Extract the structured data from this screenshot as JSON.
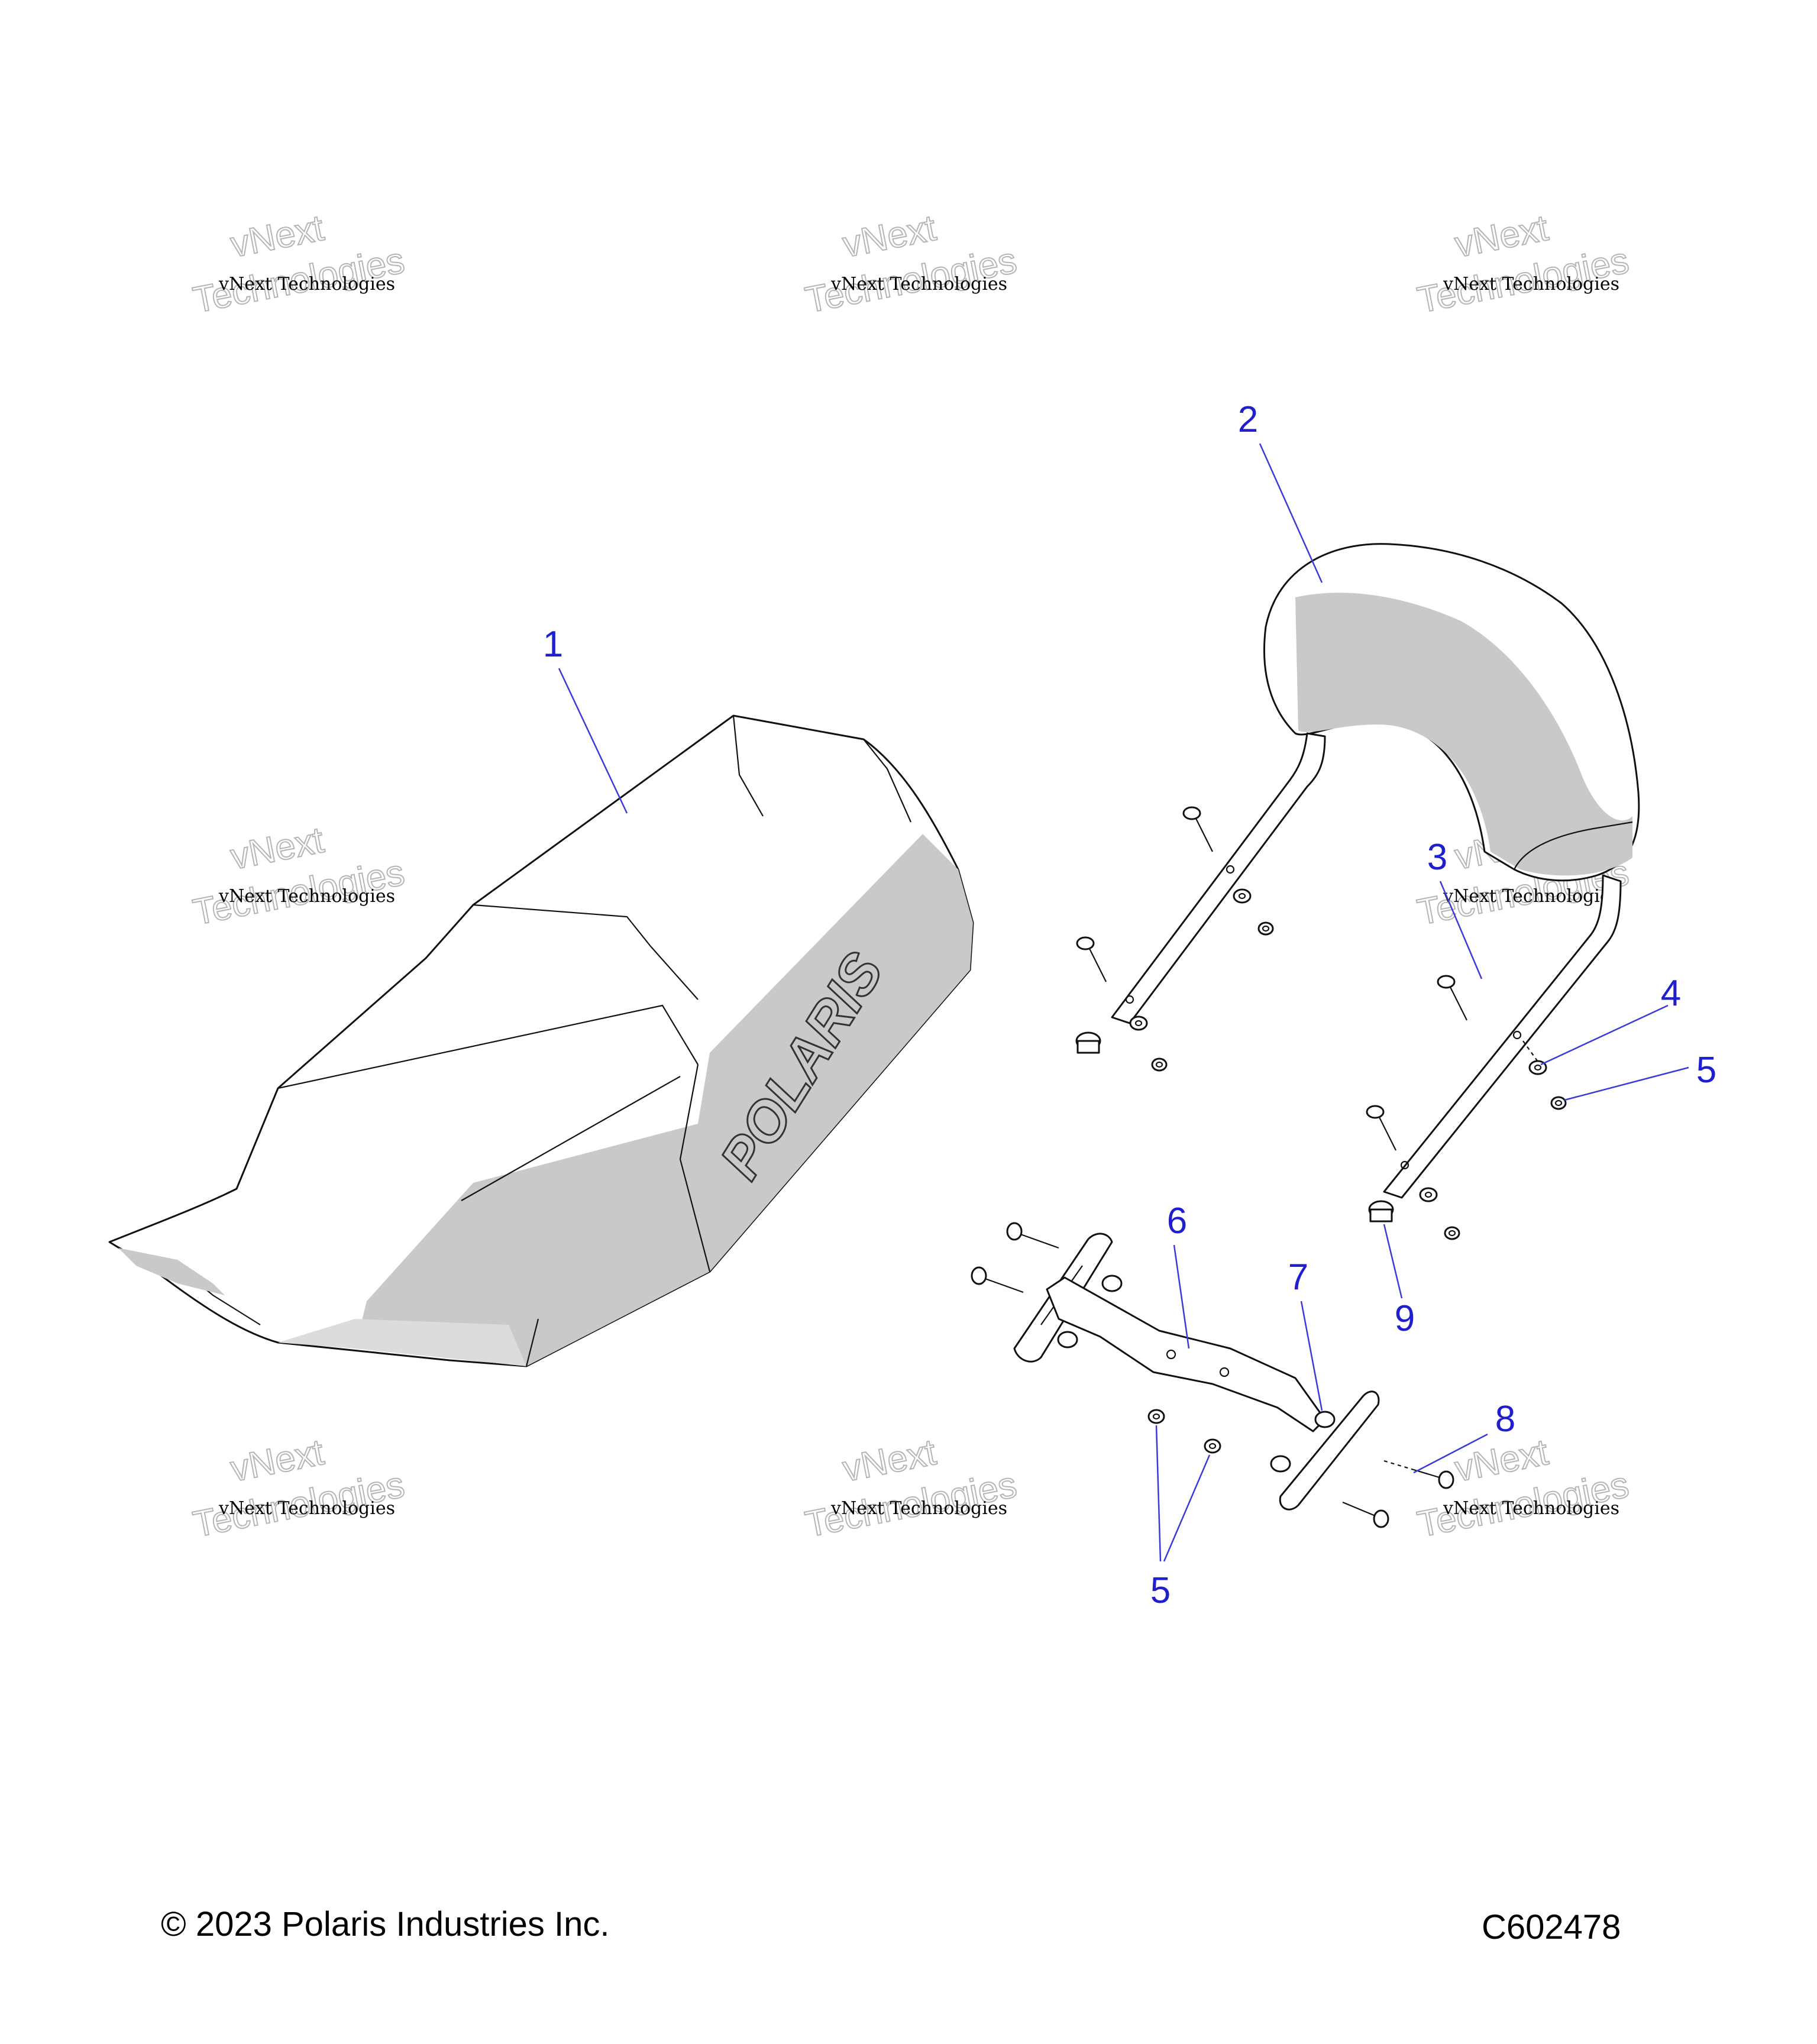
{
  "footer": {
    "copyright": "© 2023 Polaris Industries Inc.",
    "figure_id": "C602478"
  },
  "watermark": {
    "small": "vNext Technologies",
    "big_line1": "vNext",
    "big_line2": "Technologies"
  },
  "seat_logo": "POLARIS",
  "callouts": [
    {
      "id": "callout-1",
      "label": "1"
    },
    {
      "id": "callout-2",
      "label": "2"
    },
    {
      "id": "callout-3",
      "label": "3"
    },
    {
      "id": "callout-4",
      "label": "4"
    },
    {
      "id": "callout-5-right",
      "label": "5"
    },
    {
      "id": "callout-6",
      "label": "6"
    },
    {
      "id": "callout-7",
      "label": "7"
    },
    {
      "id": "callout-8",
      "label": "8"
    },
    {
      "id": "callout-9",
      "label": "9"
    },
    {
      "id": "callout-5-bottom",
      "label": "5"
    }
  ]
}
